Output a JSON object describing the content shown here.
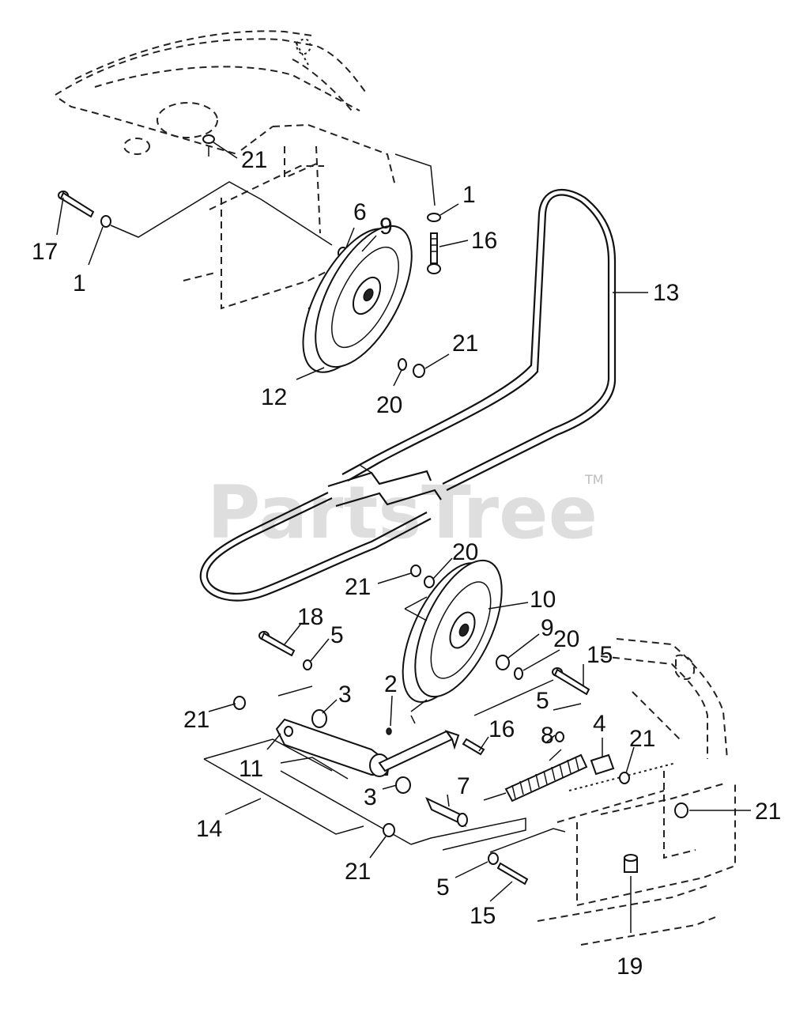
{
  "watermark": {
    "text": "PartsTree",
    "trademark": "TM"
  },
  "callouts": {
    "c21_top": "21",
    "c17": "17",
    "c1_left": "1",
    "c6": "6",
    "c9_top": "9",
    "c1_right": "1",
    "c16_top": "16",
    "c13": "13",
    "c12": "12",
    "c20_top": "20",
    "c21_pulley_top": "21",
    "c20_mid": "20",
    "c21_mid": "21",
    "c10": "10",
    "c18": "18",
    "c5_left": "5",
    "c9_low": "9",
    "c20_low": "20",
    "c15_top": "15",
    "c3_top": "3",
    "c2": "2",
    "c21_left": "21",
    "c16_low": "16",
    "c8": "8",
    "c4": "4",
    "c21_spring": "21",
    "c5_right": "5",
    "c11": "11",
    "c3_low": "3",
    "c7": "7",
    "c21_right": "21",
    "c14": "14",
    "c21_bottom": "21",
    "c5_bottom": "5",
    "c15_bottom": "15",
    "c19": "19"
  }
}
